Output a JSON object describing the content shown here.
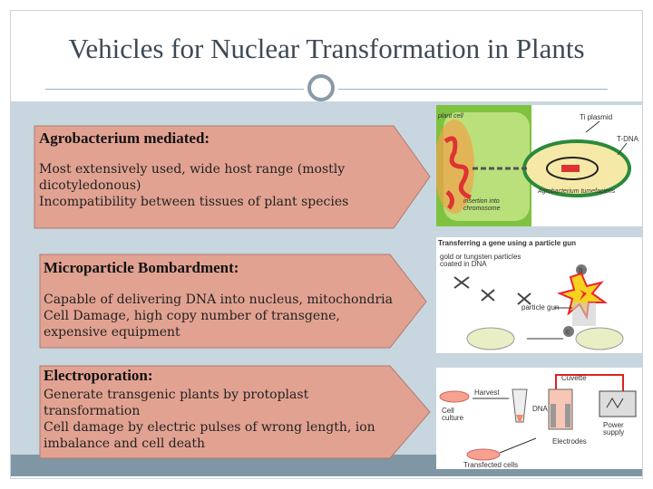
{
  "title": "Vehicles for Nuclear Transformation in Plants",
  "items": [
    {
      "heading": "Agrobacterium mediated:",
      "lines": [
        "Most extensively used, wide host range (mostly",
        "dicotyledonous)",
        "Incompatibility between tissues of plant species"
      ]
    },
    {
      "heading": "Microparticle Bombardment:",
      "lines": [
        "Capable of delivering DNA into nucleus, mitochondria",
        "Cell Damage, high copy number of transgene,",
        "expensive equipment"
      ]
    },
    {
      "heading": "Electroporation:",
      "lines": [
        "Generate transgenic plants by protoplast",
        "transformation",
        "Cell damage by electric pulses of wrong length, ion",
        "imbalance and cell death"
      ]
    }
  ],
  "fig1": {
    "plant_cell": "plant cell",
    "ti_plasmid": "Ti plasmid",
    "t_dna": "T-DNA",
    "insertion": "insertion into",
    "chromosome": "chromosome",
    "bacterium": "Agrobacterium tumefaciens"
  },
  "fig2": {
    "title": "Transferring a gene using a particle gun",
    "coated1": "gold or tungsten particles",
    "coated2": "coated in DNA",
    "gun": "particle gun",
    "b": "b",
    "c": "c"
  },
  "fig3": {
    "cuvette": "Cuvette",
    "harvest": "Harvest",
    "cell1": "Cell",
    "culture": "culture",
    "dna": "DNA",
    "power1": "Power",
    "power2": "supply",
    "electrodes": "Electrodes",
    "transfected": "Transfected cells"
  },
  "colors": {
    "arrow_fill": "#e2a292",
    "panel": "#c8d6df",
    "footer": "#7f97a4",
    "title": "#3d4a55"
  }
}
